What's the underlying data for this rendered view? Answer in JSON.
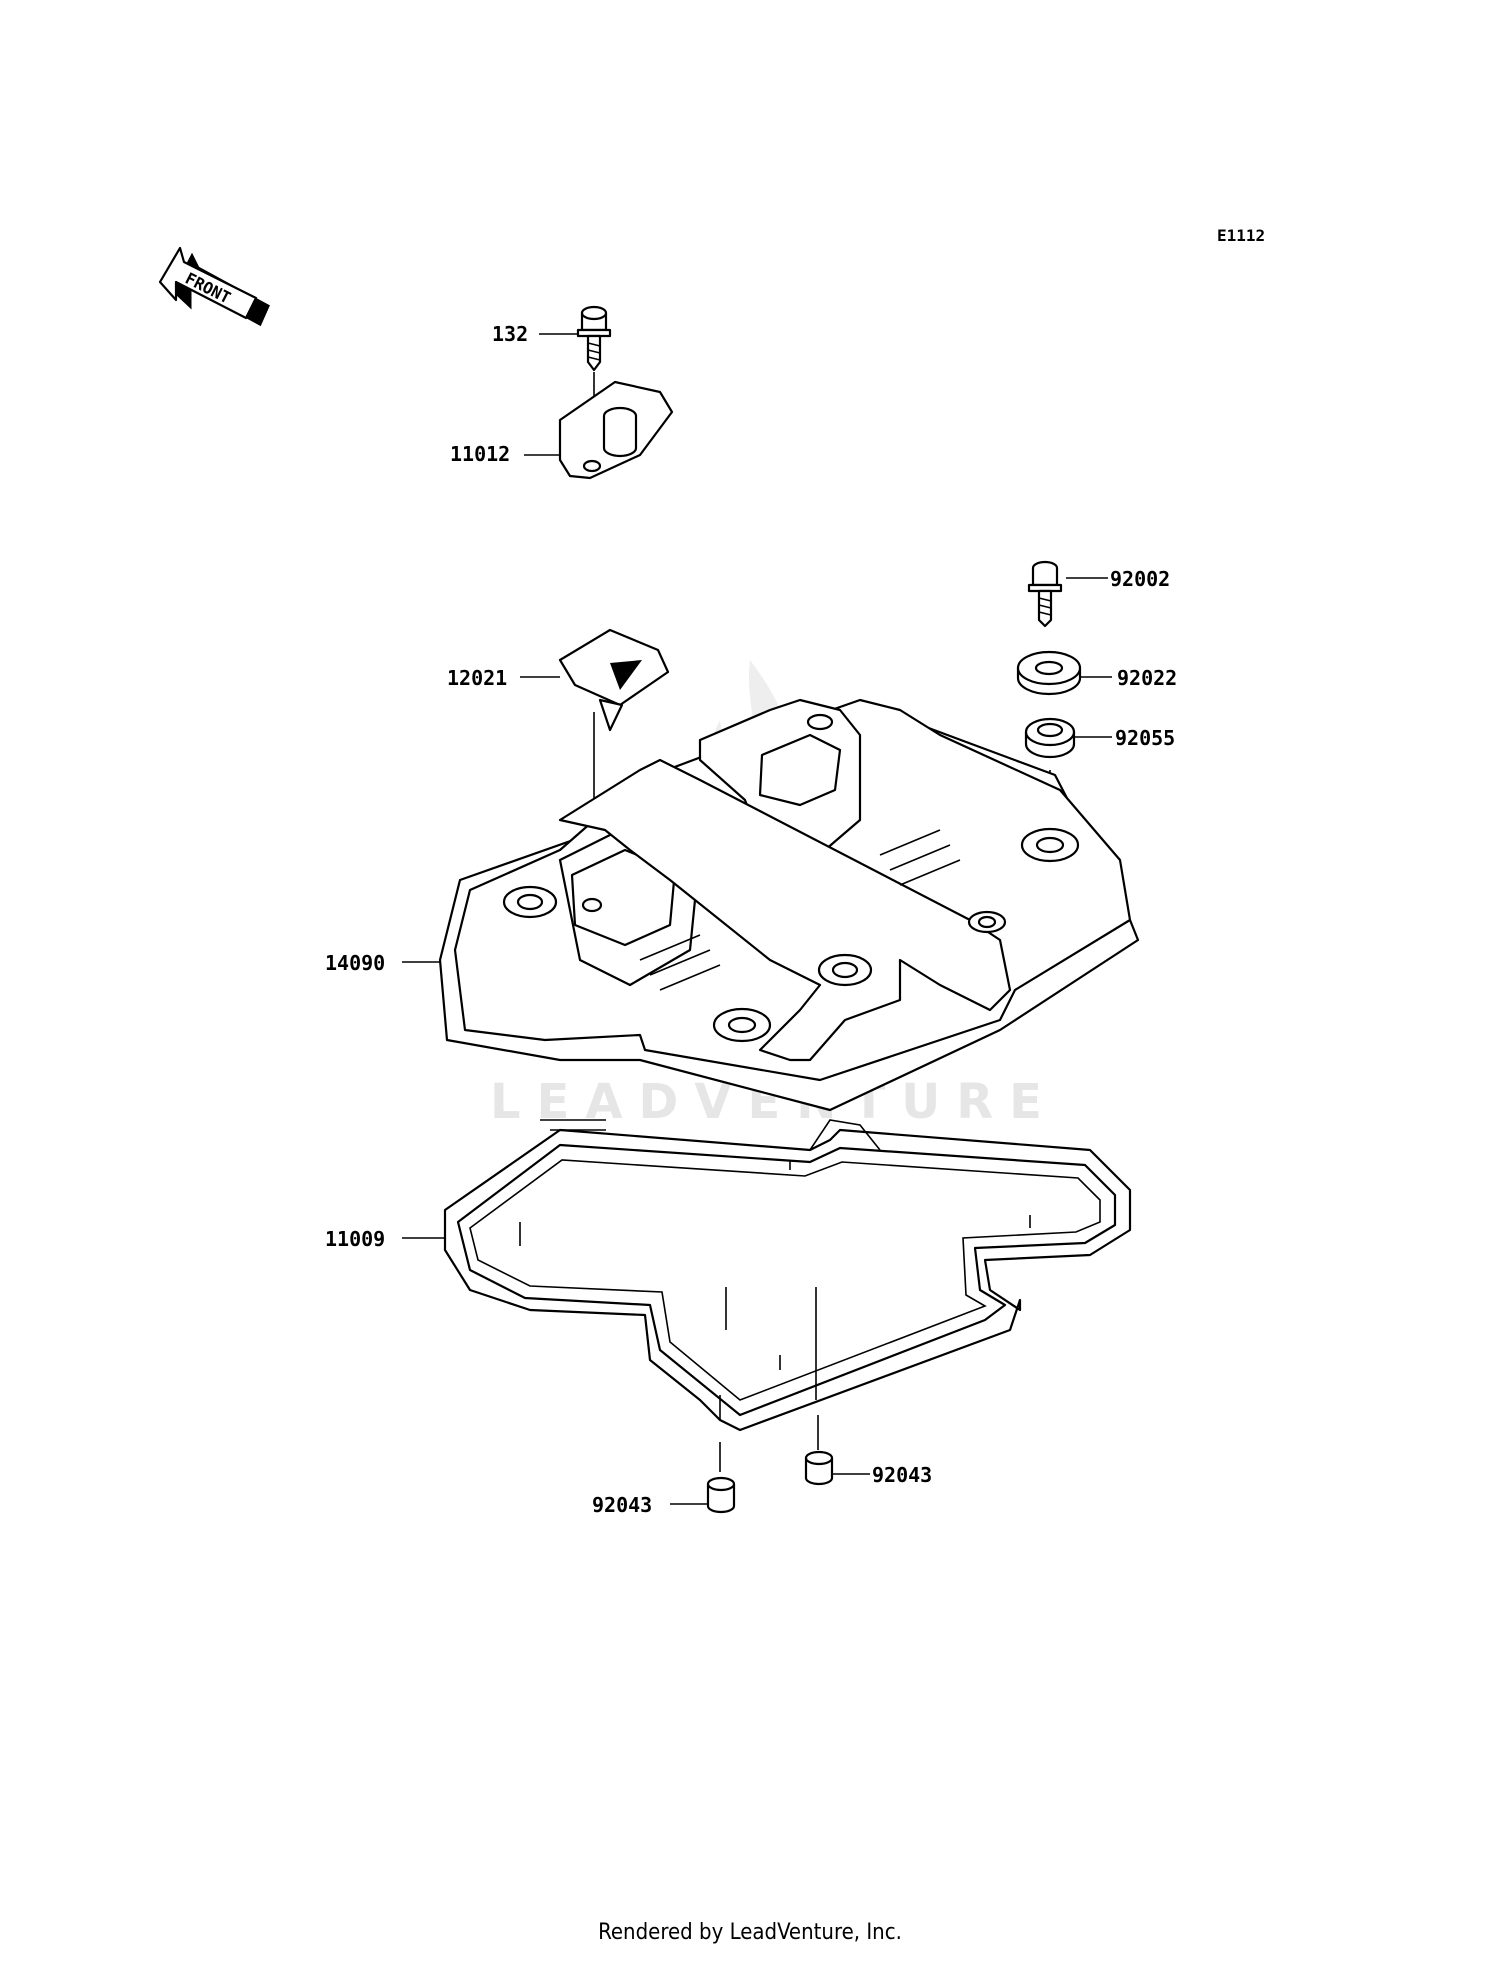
{
  "diagram_code": "E1112",
  "front_label": "FRONT",
  "watermark": "LEADVENTURE",
  "footer": "Rendered by LeadVenture, Inc.",
  "callouts": {
    "c132": "132",
    "c11012": "11012",
    "c12021": "12021",
    "c92002": "92002",
    "c92022": "92022",
    "c92055": "92055",
    "c14090": "14090",
    "c11009": "11009",
    "c92043a": "92043",
    "c92043b": "92043"
  }
}
